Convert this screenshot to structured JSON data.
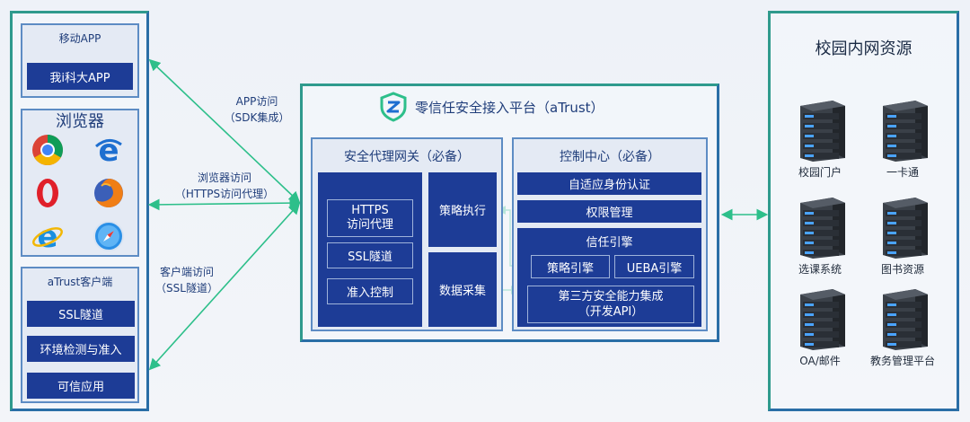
{
  "clients": {
    "mobile": {
      "title": "移动APP",
      "app_button": "我i科大APP"
    },
    "browser": {
      "title": "浏览器",
      "icons": [
        "chrome-icon",
        "edge-icon",
        "opera-icon",
        "firefox-icon",
        "ie-icon",
        "safari-icon"
      ]
    },
    "atrust_client": {
      "title": "aTrust客户端",
      "items": [
        "SSL隧道",
        "环境检测与准入",
        "可信应用"
      ]
    }
  },
  "connections": {
    "app": {
      "line1": "APP访问",
      "line2": "（SDK集成）"
    },
    "browser": {
      "line1": "浏览器访问",
      "line2": "（HTTPS访问代理）"
    },
    "client": {
      "line1": "客户端访问",
      "line2": "（SSL隧道）"
    }
  },
  "platform": {
    "title": "零信任安全接入平台（aTrust）",
    "gateway": {
      "title": "安全代理网关（必备）",
      "items": [
        "HTTPS\n访问代理",
        "SSL隧道",
        "准入控制"
      ],
      "policy_exec": "策略执行",
      "data_collect": "数据采集"
    },
    "control": {
      "title": "控制中心（必备）",
      "adaptive_auth": "自适应身份认证",
      "permission": "权限管理",
      "trust_engine": "信任引擎",
      "policy_engine": "策略引擎",
      "ueba_engine": "UEBA引擎",
      "third_party": "第三方安全能力集成\n（开发API）"
    }
  },
  "resources": {
    "title": "校园内网资源",
    "servers": [
      "校园门户",
      "一卡通",
      "选课系统",
      "图书资源",
      "OA/邮件",
      "教务管理平台"
    ]
  },
  "colors": {
    "navy": "#1d3c96",
    "green": "#2f9a8d",
    "accent_green": "#2dbf8a",
    "text": "#1f3d7a"
  }
}
